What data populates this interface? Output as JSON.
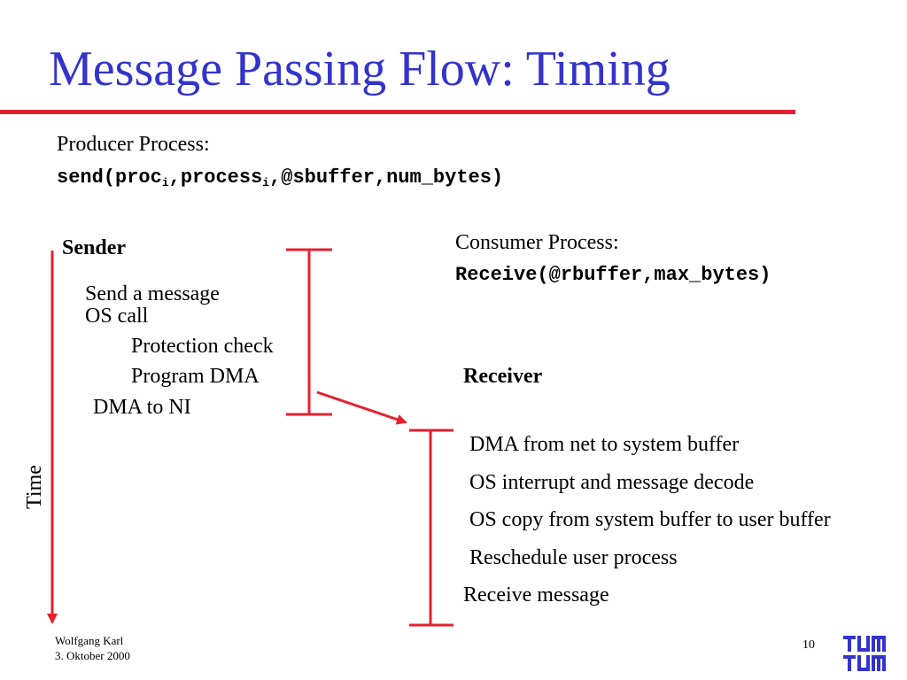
{
  "slide": {
    "title": "Message Passing Flow: Timing",
    "producer": {
      "heading": "Producer Process:",
      "call_prefix": "send(proc",
      "sub1": "i",
      "call_mid": ",process",
      "sub2": "i",
      "call_suffix": ",@sbuffer,num_bytes)"
    },
    "consumer": {
      "heading": "Consumer Process:",
      "call": "Receive(@rbuffer,max_bytes)"
    },
    "sender": {
      "label": "Sender",
      "steps": [
        "Send a message",
        "OS call",
        "Protection check",
        "Program DMA",
        "DMA to NI"
      ]
    },
    "receiver": {
      "label": "Receiver",
      "steps": [
        "DMA from net to system buffer",
        "OS interrupt and message decode",
        "OS copy from system buffer to user buffer",
        "Reschedule user process",
        "Receive message"
      ]
    },
    "time_label": "Time",
    "footer": {
      "author": "Wolfgang Karl",
      "date": "3. Oktober 2000",
      "page_number": "10",
      "logo_text": "TUM"
    },
    "colors": {
      "title": "#3333cc",
      "accent": "#e5202e"
    }
  }
}
